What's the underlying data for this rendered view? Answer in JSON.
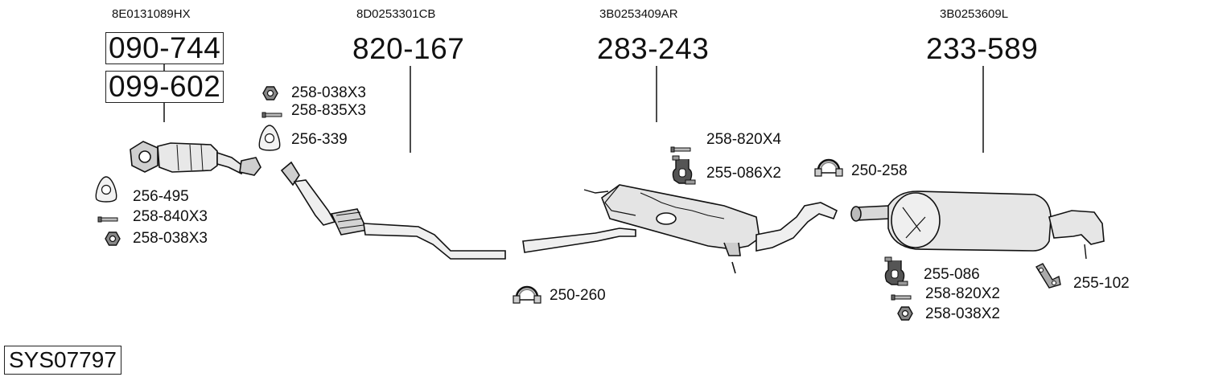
{
  "system_code": "SYS07797",
  "sections": [
    {
      "oem": "8E0131089HX",
      "part_numbers": [
        "090-744",
        "099-602"
      ]
    },
    {
      "oem": "8D0253301CB",
      "part_numbers": [
        "820-167"
      ]
    },
    {
      "oem": "3B0253409AR",
      "part_numbers": [
        "283-243"
      ]
    },
    {
      "oem": "3B0253609L",
      "part_numbers": [
        "233-589"
      ]
    }
  ],
  "accessories": [
    {
      "part": "258-038X3",
      "icon": "nut-icon"
    },
    {
      "part": "258-835X3",
      "icon": "bolt-icon"
    },
    {
      "part": "256-339",
      "icon": "gasket-icon"
    },
    {
      "part": "256-495",
      "icon": "gasket-icon"
    },
    {
      "part": "258-840X3",
      "icon": "bolt-icon"
    },
    {
      "part": "258-038X3",
      "icon": "nut-icon"
    },
    {
      "part": "258-820X4",
      "icon": "bolt-icon"
    },
    {
      "part": "255-086X2",
      "icon": "rubber-hanger-icon"
    },
    {
      "part": "250-258",
      "icon": "clamp-icon"
    },
    {
      "part": "250-260",
      "icon": "clamp-icon"
    },
    {
      "part": "255-086",
      "icon": "rubber-hanger-icon"
    },
    {
      "part": "258-820X2",
      "icon": "bolt-icon"
    },
    {
      "part": "258-038X2",
      "icon": "nut-icon"
    },
    {
      "part": "255-102",
      "icon": "bracket-icon"
    }
  ]
}
